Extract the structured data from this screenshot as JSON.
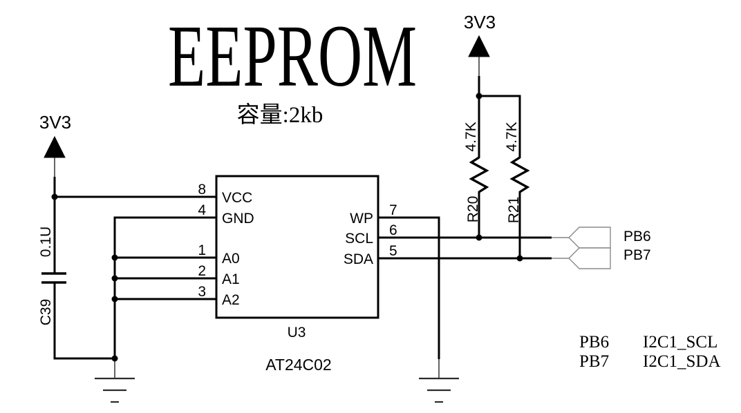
{
  "header": {
    "title": "EEPROM",
    "subtitle": "容量:2kb"
  },
  "power_flags": {
    "left_label": "3V3",
    "right_label": "3V3"
  },
  "ic": {
    "refdes": "U3",
    "part_number": "AT24C02",
    "pins": {
      "vcc": {
        "number": "8",
        "name": "VCC"
      },
      "gnd": {
        "number": "4",
        "name": "GND"
      },
      "a0": {
        "number": "1",
        "name": "A0"
      },
      "a1": {
        "number": "2",
        "name": "A1"
      },
      "a2": {
        "number": "3",
        "name": "A2"
      },
      "wp": {
        "number": "7",
        "name": "WP"
      },
      "scl": {
        "number": "6",
        "name": "SCL"
      },
      "sda": {
        "number": "5",
        "name": "SDA"
      }
    }
  },
  "capacitor": {
    "refdes": "C39",
    "value": "0.1U"
  },
  "resistors": {
    "r20": {
      "refdes": "R20",
      "value": "4.7K"
    },
    "r21": {
      "refdes": "R21",
      "value": "4.7K"
    }
  },
  "ports": {
    "pb6": "PB6",
    "pb7": "PB7"
  },
  "net_table": {
    "rows": [
      {
        "pin": "PB6",
        "signal": "I2C1_SCL"
      },
      {
        "pin": "PB7",
        "signal": "I2C1_SDA"
      }
    ]
  },
  "colors": {
    "wire": "#000000",
    "lead": "#848484",
    "background": "#ffffff"
  }
}
